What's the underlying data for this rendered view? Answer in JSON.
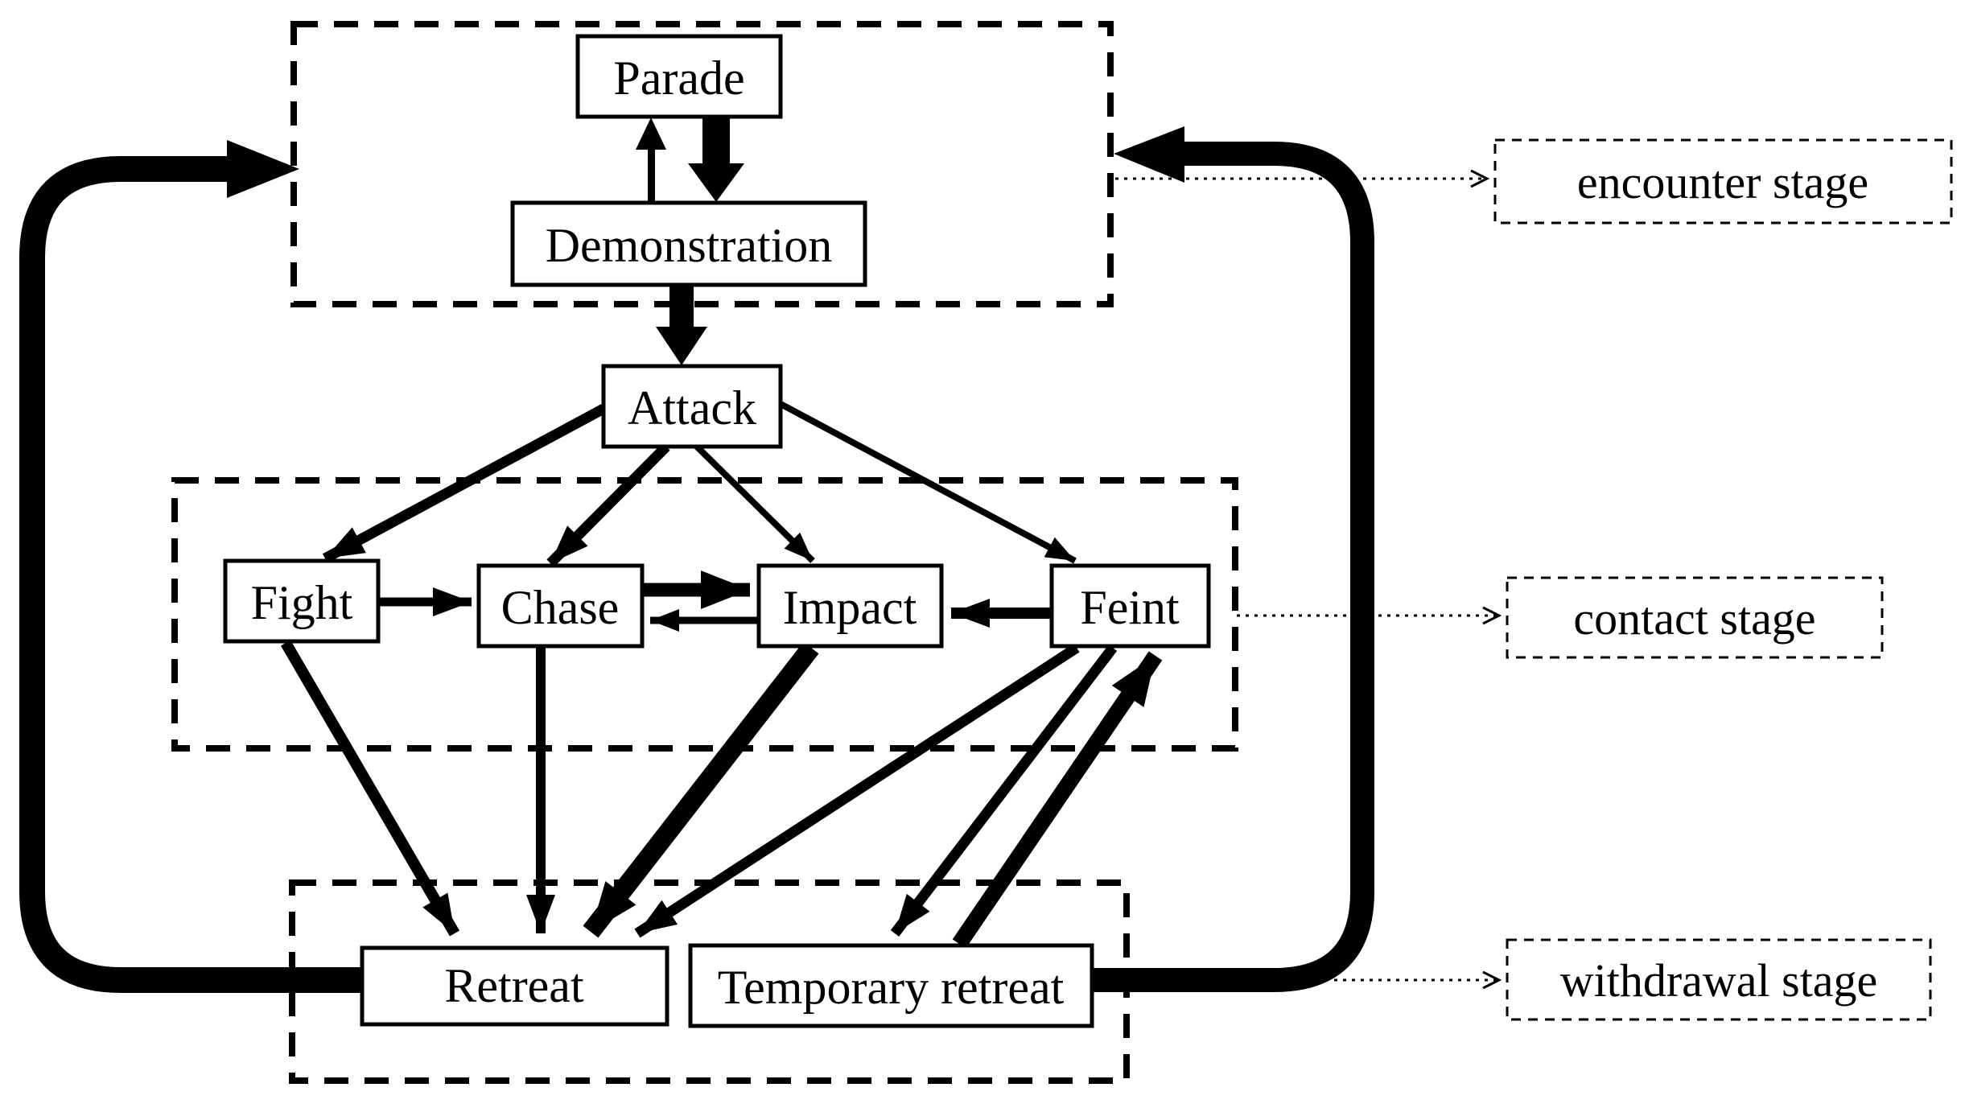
{
  "diagram": {
    "background_color": "#ffffff",
    "line_color": "#000000",
    "nodes": {
      "parade": {
        "label": "Parade"
      },
      "demonstration": {
        "label": "Demonstration"
      },
      "attack": {
        "label": "Attack"
      },
      "fight": {
        "label": "Fight"
      },
      "chase": {
        "label": "Chase"
      },
      "impact": {
        "label": "Impact"
      },
      "feint": {
        "label": "Feint"
      },
      "retreat": {
        "label": "Retreat"
      },
      "temporary_retreat": {
        "label": "Temporary retreat"
      }
    },
    "stage_labels": {
      "encounter": {
        "label": "encounter stage"
      },
      "contact": {
        "label": "contact stage"
      },
      "withdrawal": {
        "label": "withdrawal stage"
      }
    },
    "stage_groups": {
      "encounter": [
        "Parade",
        "Demonstration"
      ],
      "contact": [
        "Fight",
        "Chase",
        "Impact",
        "Feint"
      ],
      "withdrawal": [
        "Retreat",
        "Temporary retreat"
      ]
    },
    "edges": [
      {
        "from": "Demonstration",
        "to": "Parade",
        "weight": "thin"
      },
      {
        "from": "Parade",
        "to": "Demonstration",
        "weight": "thick"
      },
      {
        "from": "Demonstration",
        "to": "Attack",
        "weight": "thick"
      },
      {
        "from": "Attack",
        "to": "Fight",
        "weight": "medium"
      },
      {
        "from": "Attack",
        "to": "Chase",
        "weight": "medium"
      },
      {
        "from": "Attack",
        "to": "Impact",
        "weight": "thin"
      },
      {
        "from": "Attack",
        "to": "Feint",
        "weight": "thin"
      },
      {
        "from": "Fight",
        "to": "Chase",
        "weight": "medium"
      },
      {
        "from": "Chase",
        "to": "Impact",
        "weight": "thick"
      },
      {
        "from": "Impact",
        "to": "Chase",
        "weight": "thin"
      },
      {
        "from": "Feint",
        "to": "Impact",
        "weight": "medium"
      },
      {
        "from": "Fight",
        "to": "Retreat",
        "weight": "medium"
      },
      {
        "from": "Chase",
        "to": "Retreat",
        "weight": "medium"
      },
      {
        "from": "Impact",
        "to": "Retreat",
        "weight": "thick"
      },
      {
        "from": "Feint",
        "to": "Retreat",
        "weight": "medium"
      },
      {
        "from": "Feint",
        "to": "Temporary retreat",
        "weight": "medium"
      },
      {
        "from": "Temporary retreat",
        "to": "Feint",
        "weight": "thick"
      },
      {
        "from": "Retreat",
        "to": "encounter stage",
        "weight": "loop"
      },
      {
        "from": "Temporary retreat",
        "to": "encounter stage",
        "weight": "loop"
      },
      {
        "from": "encounter stage box",
        "to": "encounter stage label",
        "weight": "dotted"
      },
      {
        "from": "contact stage box",
        "to": "contact stage label",
        "weight": "dotted"
      },
      {
        "from": "withdrawal stage box",
        "to": "withdrawal stage label",
        "weight": "dotted"
      }
    ]
  }
}
